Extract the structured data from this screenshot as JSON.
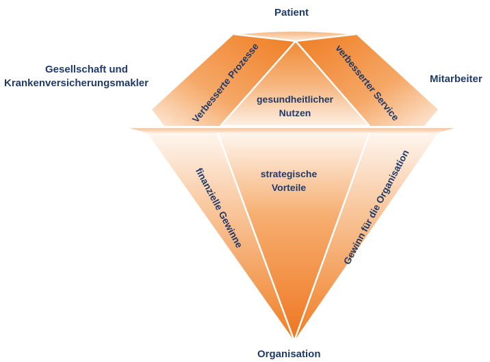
{
  "labels": {
    "top": "Patient",
    "left_line1": "Gesellschaft und",
    "left_line2": "Krankenversicherungsmakler",
    "right": "Mitarbeiter",
    "bottom": "Organisation"
  },
  "facets": {
    "upper_left": "Verbesserte Prozesse",
    "upper_right": "verbesserter Service",
    "center_top_line1": "gesundheitlicher",
    "center_top_line2": "Nutzen",
    "lower_left": "finanzielle Gewinne",
    "lower_center_line1": "strategische",
    "lower_center_line2": "Vorteile",
    "lower_right": "Gewinn für die Organisation"
  },
  "colors": {
    "orange": "#ef7d23",
    "text": "#1f3a6a",
    "facet_edge": "#ffffff"
  }
}
